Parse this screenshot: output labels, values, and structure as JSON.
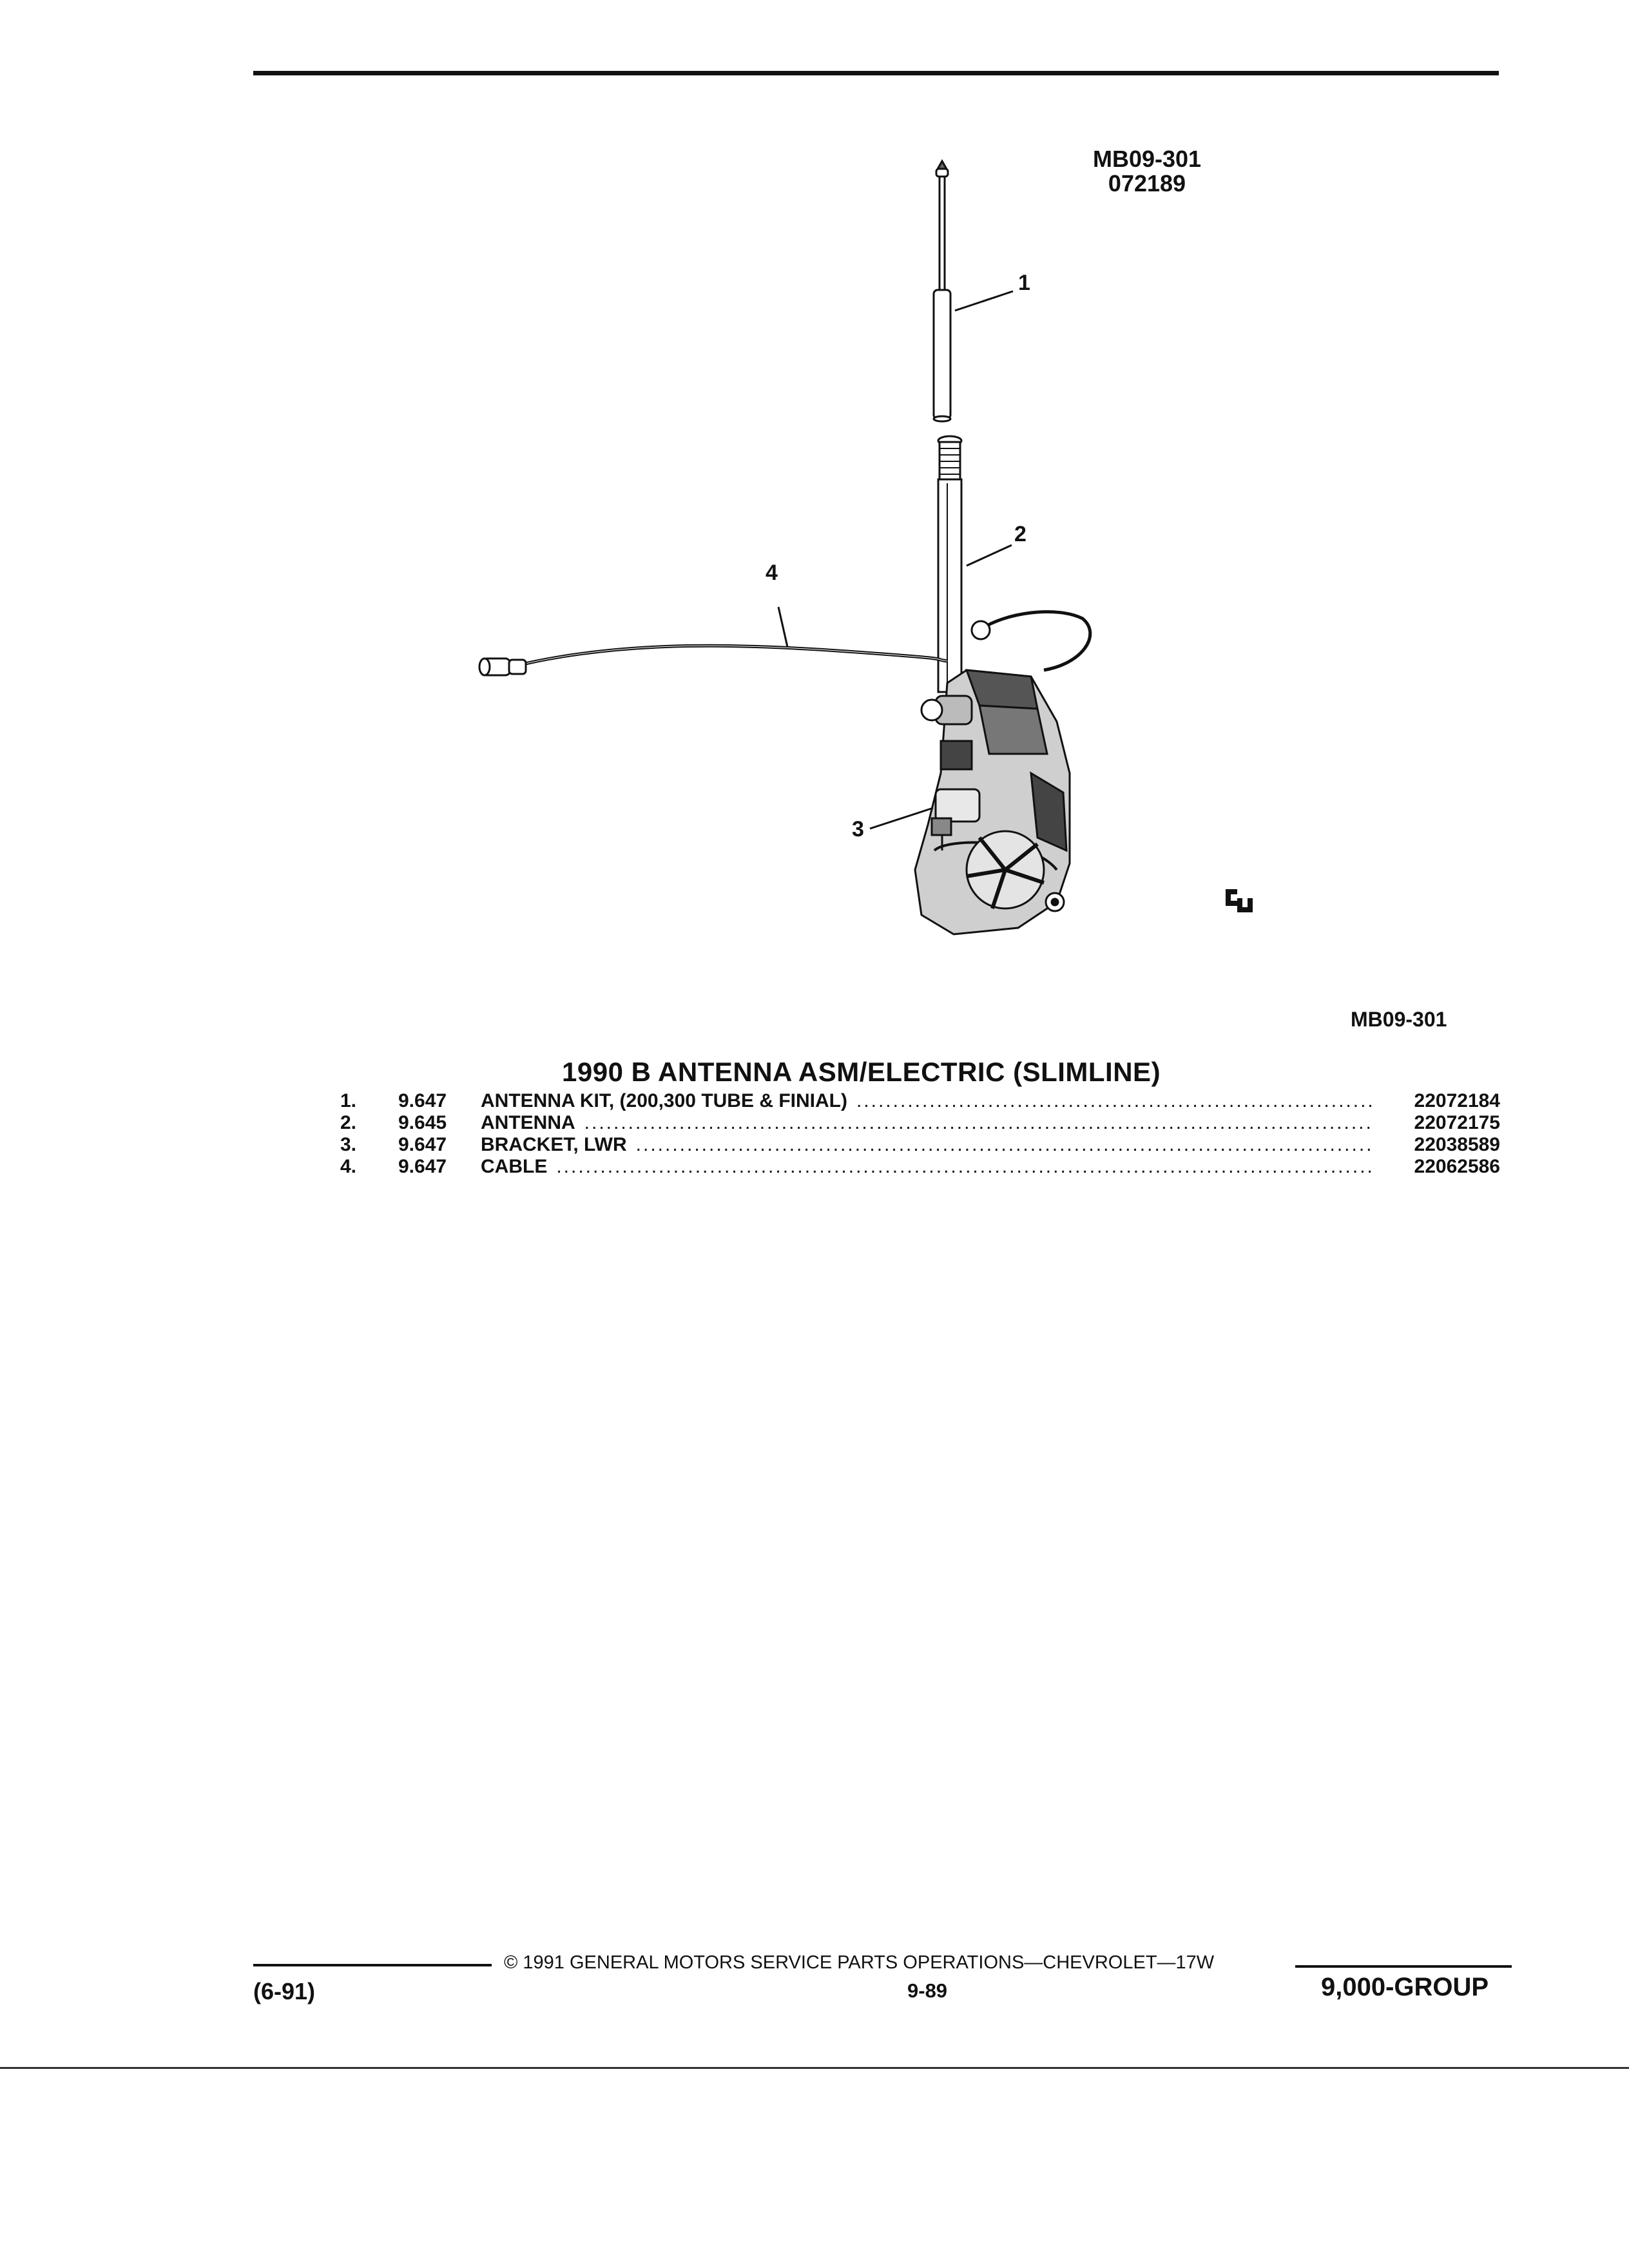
{
  "header": {
    "ref_code": "MB09-301",
    "ref_date": "072189"
  },
  "illustration": {
    "callouts": [
      "1",
      "2",
      "3",
      "4"
    ],
    "figure_code": "MB09-301"
  },
  "section": {
    "title": "1990 B ANTENNA ASM/ELECTRIC (SLIMLINE)"
  },
  "parts": [
    {
      "num": "1.",
      "code": "9.647",
      "desc": "ANTENNA KIT, (200,300 TUBE & FINIAL)",
      "part_no": "22072184"
    },
    {
      "num": "2.",
      "code": "9.645",
      "desc": "ANTENNA",
      "part_no": "22072175"
    },
    {
      "num": "3.",
      "code": "9.647",
      "desc": "BRACKET, LWR",
      "part_no": "22038589"
    },
    {
      "num": "4.",
      "code": "9.647",
      "desc": "CABLE",
      "part_no": "22062586"
    }
  ],
  "footer": {
    "revision": "(6-91)",
    "copyright": "© 1991 GENERAL MOTORS SERVICE PARTS OPERATIONS—CHEVROLET—17W",
    "page": "9-89",
    "group": "9,000-GROUP"
  }
}
